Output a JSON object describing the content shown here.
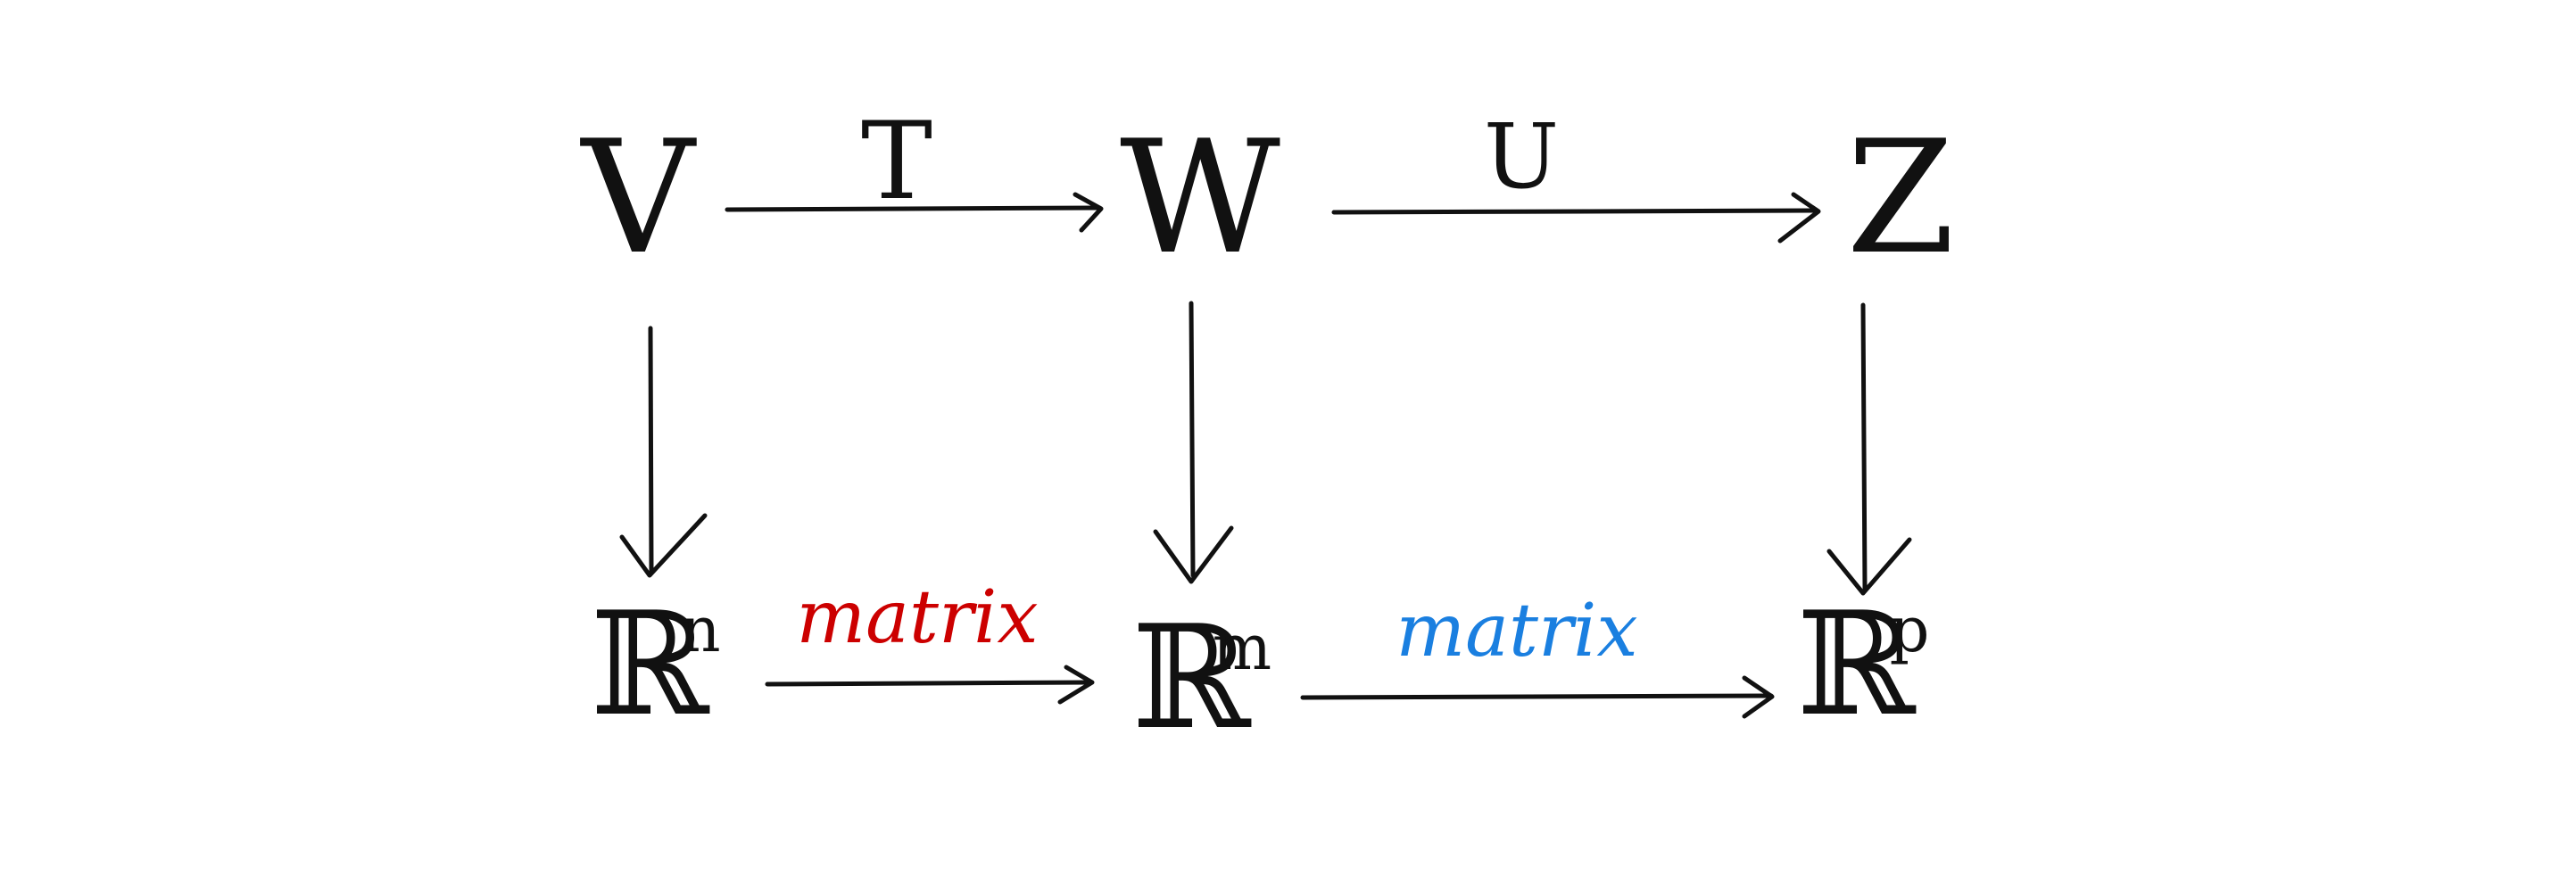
{
  "nodes": {
    "v": "V",
    "w": "W",
    "z": "Z",
    "rn": {
      "base": "ℝ",
      "exp": "n"
    },
    "rm": {
      "base": "ℝ",
      "exp": "m"
    },
    "rp": {
      "base": "ℝ",
      "exp": "p"
    }
  },
  "arrows": {
    "t_label": "T",
    "u_label": "U",
    "matrix1_label": "matrix",
    "matrix2_label": "matrix"
  },
  "colors": {
    "ink": "#111111",
    "red": "#cc0000",
    "blue": "#1a7fe0"
  }
}
